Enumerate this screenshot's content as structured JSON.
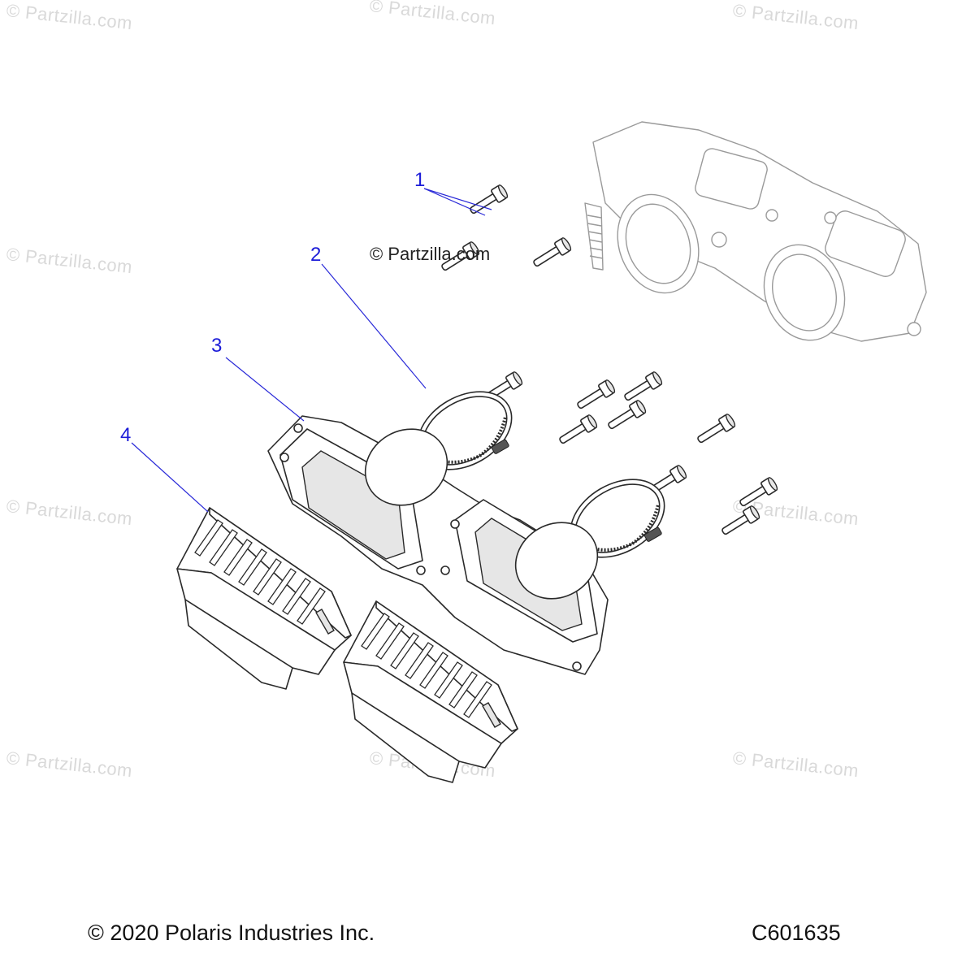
{
  "watermark": "© Partzilla.com",
  "center_watermark": "© Partzilla.com",
  "callouts": [
    "1",
    "2",
    "3",
    "4"
  ],
  "footer": {
    "copyright": "© 2020 Polaris Industries Inc.",
    "figure_code": "C601635"
  },
  "colors": {
    "callout": "#1c1cd8",
    "line": "#2a2a2a",
    "watermark": "#d9d9d9"
  }
}
